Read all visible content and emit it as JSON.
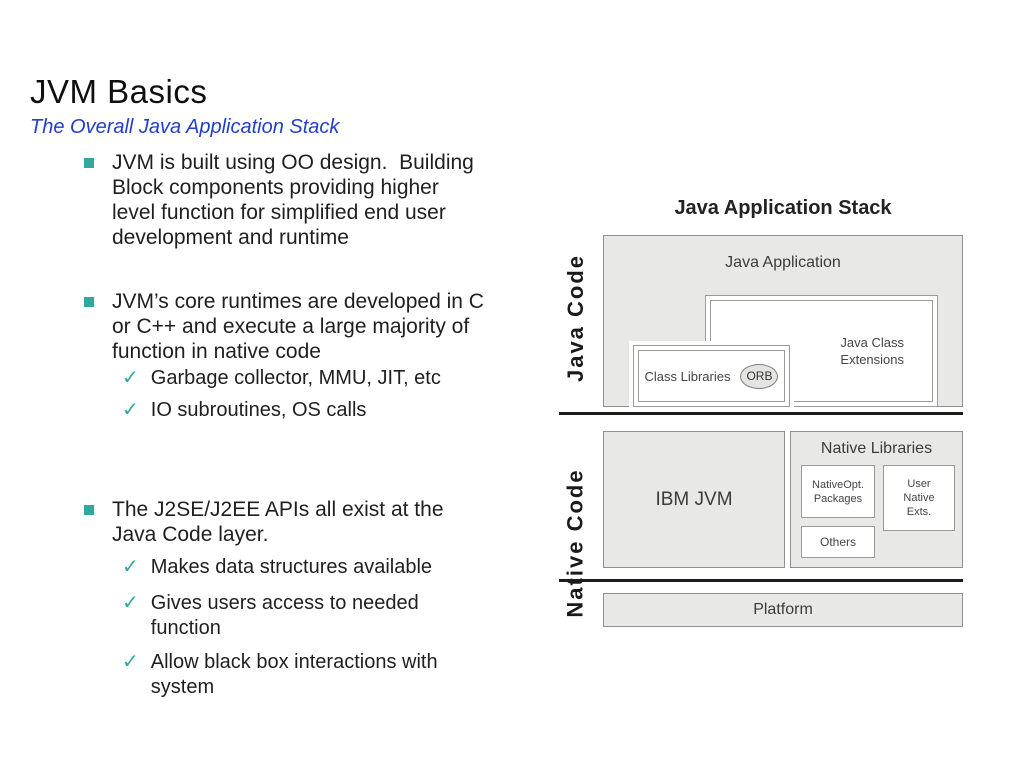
{
  "slide": {
    "title": "JVM Basics",
    "subtitle": "The Overall Java Application Stack"
  },
  "bullets": [
    {
      "type": "square",
      "text": "JVM is built using OO design.  Building\nBlock components providing higher\nlevel function for simplified end user\ndevelopment and runtime"
    },
    {
      "type": "square",
      "text": "JVM’s core runtimes are developed in C\nor C++ and execute a large majority of\nfunction in native code"
    },
    {
      "type": "check",
      "text": "Garbage collector, MMU, JIT, etc"
    },
    {
      "type": "check",
      "text": "IO subroutines, OS calls"
    },
    {
      "type": "square",
      "text": "The J2SE/J2EE APIs all exist at the\nJava Code layer."
    },
    {
      "type": "check",
      "text": "Makes data structures available"
    },
    {
      "type": "check",
      "text": "Gives users access to needed\nfunction"
    },
    {
      "type": "check",
      "text": "Allow black box interactions with\nsystem"
    }
  ],
  "icons": {
    "checkmark": "✓"
  },
  "diagram": {
    "title": "Java Application Stack",
    "java_code_label": "Java Code",
    "native_code_label": "Native Code",
    "java_application": "Java Application",
    "java_class_extensions": "Java Class\nExtensions",
    "class_libraries": "Class Libraries",
    "orb": "ORB",
    "ibm_jvm": "IBM JVM",
    "native_libraries": "Native Libraries",
    "native_opt_packages": "NativeOpt.\nPackages",
    "user_native_exts": "User\nNative\nExts.",
    "others": "Others",
    "platform": "Platform"
  },
  "colors": {
    "subtitle_blue": "#2240c4",
    "bullet_teal": "#2fa9a0",
    "box_gray": "#e8e8e6",
    "box_border": "#8f8f8f",
    "separator": "#1c1c1c"
  }
}
